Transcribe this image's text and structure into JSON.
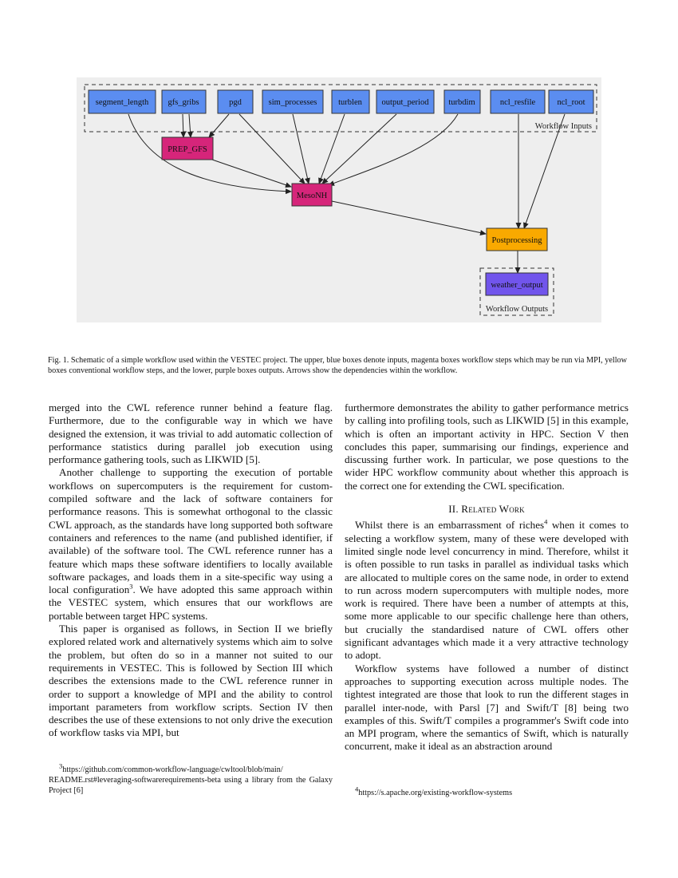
{
  "figure": {
    "group_labels": {
      "inputs": "Workflow Inputs",
      "outputs": "Workflow Outputs"
    },
    "colors": {
      "input": "#5b8df0",
      "mpi_step": "#d6257a",
      "step": "#f9a900",
      "output": "#7155ec",
      "background": "#eeeeee"
    },
    "nodes": {
      "segment_length": "segment_length",
      "gfs_gribs": "gfs_gribs",
      "pgd": "pgd",
      "sim_processes": "sim_processes",
      "turblen": "turblen",
      "output_period": "output_period",
      "turbdim": "turbdim",
      "ncl_resfile": "ncl_resfile",
      "ncl_root": "ncl_root",
      "prep_gfs": "PREP_GFS",
      "mesonh": "MesoNH",
      "postprocessing": "Postprocessing",
      "weather_output": "weather_output"
    }
  },
  "caption": "Fig. 1.  Schematic of a simple workflow used within the VESTEC project. The upper, blue boxes denote inputs, magenta boxes workflow steps which may be run via MPI, yellow boxes conventional workflow steps, and the lower, purple boxes outputs. Arrows show the dependencies within the workflow.",
  "left_column": {
    "p1": "merged into the CWL reference runner behind a feature flag. Furthermore, due to the configurable way in which we have designed the extension, it was trivial to add automatic collection of performance statistics during parallel job execution using performance gathering tools, such as LIKWID [5].",
    "p2a": "Another challenge to supporting the execution of portable workflows on supercomputers is the requirement for custom-compiled software and the lack of software containers for performance reasons. This is somewhat orthogonal to the classic CWL approach, as the standards have long supported both software containers and references to the name (and published identifier, if available) of the software tool. The CWL reference runner has a feature which maps these software identifiers to locally available software packages, and loads them in a site-specific way using a local configuration",
    "p2_sup": "3",
    "p2b": ". We have adopted this same approach within the VESTEC system, which ensures that our workflows are portable between target HPC systems.",
    "p3": "This paper is organised as follows, in Section II we briefly explored related work and alternatively systems which aim to solve the problem, but often do so in a manner not suited to our requirements in VESTEC. This is followed by Section III which describes the extensions made to the CWL reference runner in order to support a knowledge of MPI and the ability to control important parameters from workflow scripts. Section IV then describes the use of these extensions to not only drive the execution of workflow tasks via MPI, but"
  },
  "right_column": {
    "p1": "furthermore demonstrates the ability to gather performance metrics by calling into profiling tools, such as LIKWID [5] in this example, which is often an important activity in HPC. Section V then concludes this paper, summarising our findings, experience and discussing further work. In particular, we pose questions to the wider HPC workflow community about whether this approach is the correct one for extending the CWL specification.",
    "heading": "II. Related Work",
    "p2a": "Whilst there is an embarrassment of riches",
    "p2_sup": "4",
    "p2b": " when it comes to selecting a workflow system, many of these were developed with limited single node level concurrency in mind. Therefore, whilst it is often possible to run tasks in parallel as individual tasks which are allocated to multiple cores on the same node, in order to extend to run across modern supercomputers with multiple nodes, more work is required. There have been a number of attempts at this, some more applicable to our specific challenge here than others, but crucially the standardised nature of CWL offers other significant advantages which made it a very attractive technology to adopt.",
    "p3": "Workflow systems have followed a number of distinct approaches to supporting execution across multiple nodes. The tightest integrated are those that look to run the different stages in parallel inter-node, with Parsl [7] and Swift/T [8] being two examples of this. Swift/T compiles a programmer's Swift code into an MPI program, where the semantics of Swift, which is naturally concurrent, make it ideal as an abstraction around"
  },
  "footnotes": {
    "fn3_mark": "3",
    "fn3_line1": "https://github.com/common-workflow-language/cwltool/blob/main/",
    "fn3_rest": "README.rst#leveraging-softwarerequirements-beta using a library from the Galaxy Project [6]",
    "fn4_mark": "4",
    "fn4": "https://s.apache.org/existing-workflow-systems"
  }
}
